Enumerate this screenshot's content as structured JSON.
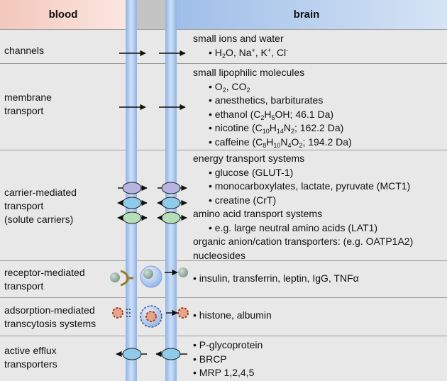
{
  "header": {
    "blood": "blood",
    "brain": "brain"
  },
  "colors": {
    "blood_header": "#f2bfb2",
    "brain_header": "#a9c5ea",
    "membrane": "#a8c8ee",
    "row_bg": "#e8e8e8",
    "gap_header": "#c4c4c4"
  },
  "rows": [
    {
      "category": [
        "channels"
      ],
      "details": {
        "title": "small ions and water",
        "items": [
          {
            "html": "H<sub>2</sub>O, Na<sup>+</sup>, K<sup>+</sup>, Cl<sup>-</sup>"
          }
        ]
      }
    },
    {
      "category": [
        "membrane",
        "transport"
      ],
      "details": {
        "title": "small lipophilic molecules",
        "items": [
          {
            "html": "O<sub>2</sub>, CO<sub>2</sub>"
          },
          {
            "html": "anesthetics, barbiturates"
          },
          {
            "html": "ethanol (C<sub>2</sub>H<sub>5</sub>OH; 46.1 Da)"
          },
          {
            "html": "nicotine (C<sub>10</sub>H<sub>14</sub>N<sub>2</sub>; 162.2 Da)"
          },
          {
            "html": "caffeine (C<sub>8</sub>H<sub>10</sub>N<sub>4</sub>O<sub>2</sub>; 194.2 Da)"
          }
        ]
      }
    },
    {
      "category": [
        "carrier-mediated",
        "transport",
        "(solute carriers)"
      ],
      "details": {
        "lines": [
          {
            "level": 0,
            "html": "energy transport systems"
          },
          {
            "level": 1,
            "html": "glucose (GLUT-1)"
          },
          {
            "level": 1,
            "html": "monocarboxylates, lactate, pyruvate (MCT1)"
          },
          {
            "level": 1,
            "html": "creatine (CrT)"
          },
          {
            "level": 0,
            "html": "amino acid transport systems"
          },
          {
            "level": 1,
            "html": "e.g. large neutral amino acids (LAT1)"
          },
          {
            "level": 0,
            "html": "organic anion/cation transporters: (e.g. OATP1A2)"
          },
          {
            "level": 0,
            "html": "nucleosides"
          }
        ]
      }
    },
    {
      "category": [
        "receptor-mediated",
        "transport"
      ],
      "details": {
        "items": [
          {
            "html": "insulin, transferrin, leptin, IgG, TNF&alpha;"
          }
        ]
      }
    },
    {
      "category": [
        "adsorption-mediated",
        "transcytosis systems"
      ],
      "details": {
        "items": [
          {
            "html": "histone, albumin"
          }
        ]
      }
    },
    {
      "category": [
        "active efflux",
        "transporters"
      ],
      "details": {
        "items": [
          {
            "html": "P-glycoprotein"
          },
          {
            "html": "BRCP"
          },
          {
            "html": "MRP 1,2,4,5"
          }
        ]
      }
    }
  ]
}
